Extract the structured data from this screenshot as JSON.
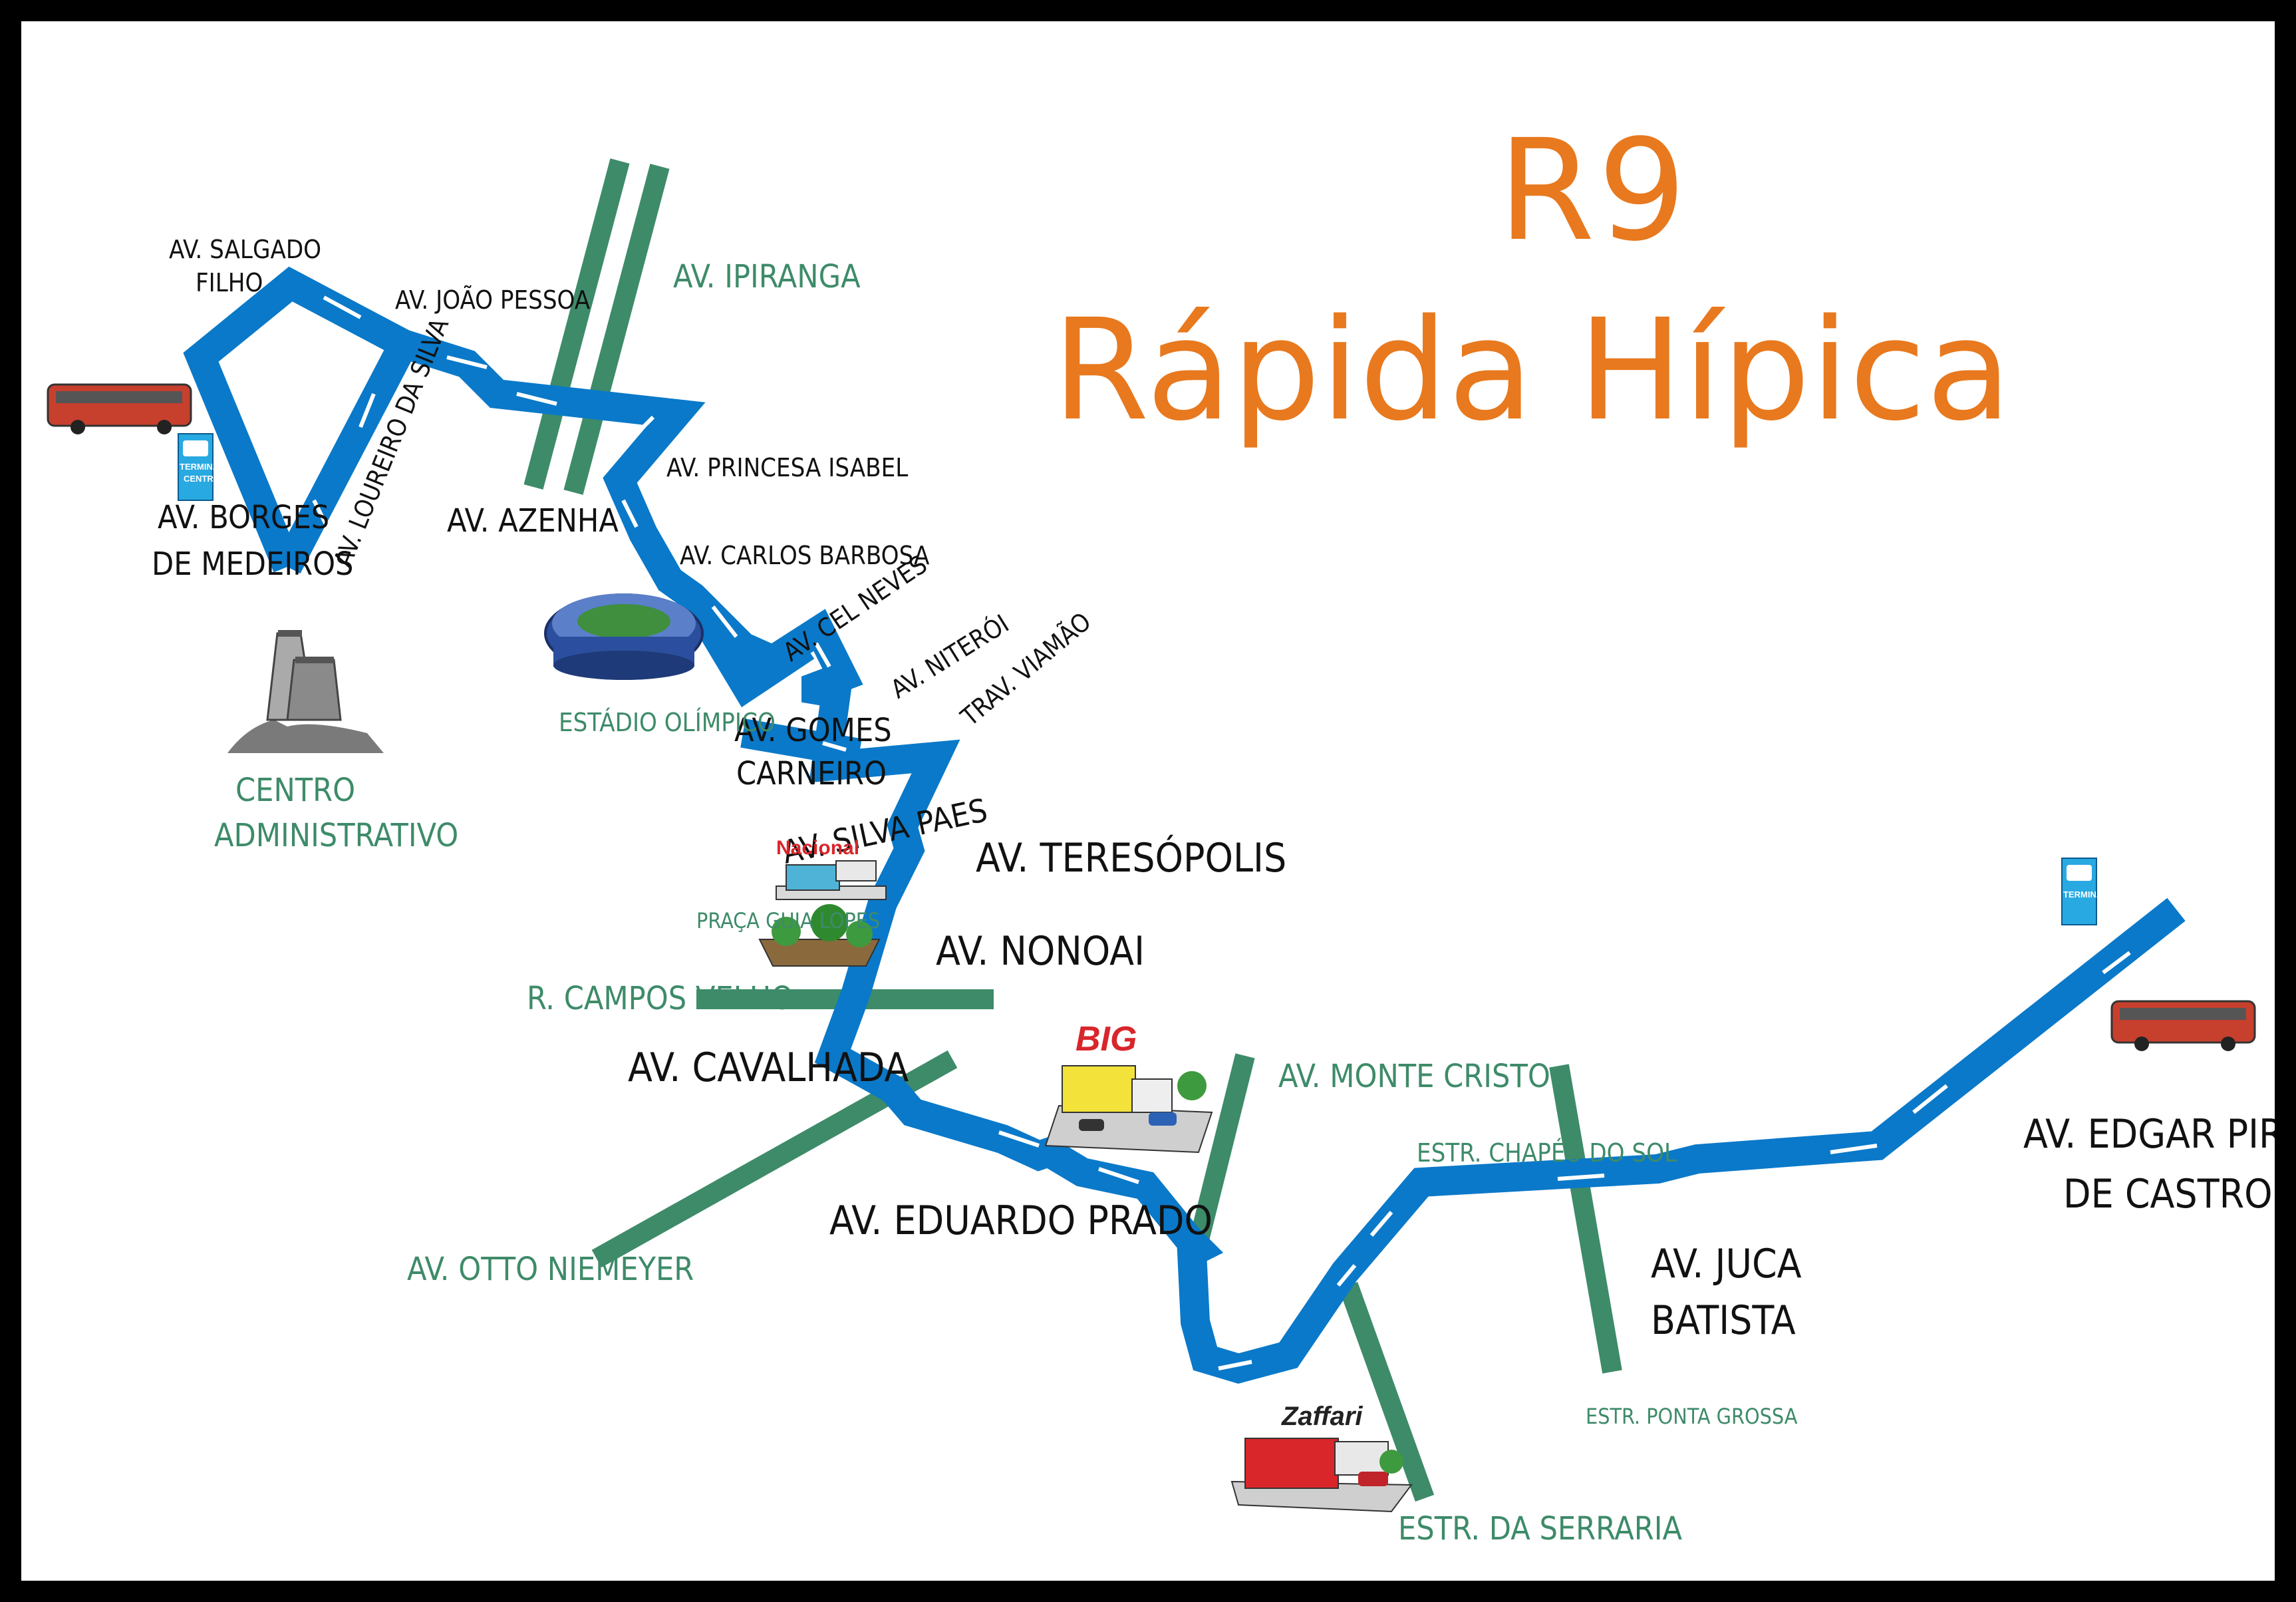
{
  "title": {
    "code": "R9",
    "name": "Rápida Hípica"
  },
  "colors": {
    "route": "#0A79C9",
    "street": "#3E8B69",
    "title": "#E8791E",
    "frame": "#000000"
  },
  "route_streets": {
    "salgado_filho_1": "AV. SALGADO",
    "salgado_filho_2": "FILHO",
    "joao_pessoa": "AV. JOÃO PESSOA",
    "loureiro_da_silva": "AV. LOUREIRO DA SILVA",
    "borges_1": "AV. BORGES",
    "borges_2": "DE MEDEIROS",
    "azenha": "AV. AZENHA",
    "princesa_isabel": "AV. PRINCESA ISABEL",
    "carlos_barbosa": "AV. CARLOS BARBOSA",
    "cel_neves": "AV. CEL NEVES",
    "niteroi": "AV. NITERÓI",
    "viamao": "TRAV. VIAMÃO",
    "gomes_1": "AV. GOMES",
    "gomes_2": "CARNEIRO",
    "silva_paes": "AV. SILVA PAES",
    "teresopolis": "AV. TERESÓPOLIS",
    "nonoai": "AV. NONOAI",
    "cavalhada": "AV. CAVALHADA",
    "eduardo_prado": "AV. EDUARDO PRADO",
    "juca_1": "AV. JUCA",
    "juca_2": "BATISTA",
    "edgar_1": "AV. EDGAR PIRES",
    "edgar_2": "DE CASTRO"
  },
  "cross_streets": {
    "ipiranga": "AV. IPIRANGA",
    "campos_velho": "R. CAMPOS VELHO",
    "otto_niemeyer": "AV. OTTO NIEMEYER",
    "monte_cristo": "AV. MONTE CRISTO",
    "chapeu_do_sol": "ESTR. CHAPÉU DO SOL",
    "ponta_grossa": "ESTR. PONTA GROSSA",
    "serraria": "ESTR. DA SERRARIA"
  },
  "landmarks": {
    "estadio": "ESTÁDIO OLÍMPICO",
    "centro_1": "CENTRO",
    "centro_2": "ADMINISTRATIVO",
    "praca": "PRAÇA GUIA LOPES",
    "nacional": "Nacional",
    "big": "BIG",
    "zaffari": "Zaffari"
  },
  "terminals": {
    "centro_1": "TERMINAL",
    "centro_2": "CENTRO",
    "end": "TERMINAL"
  }
}
